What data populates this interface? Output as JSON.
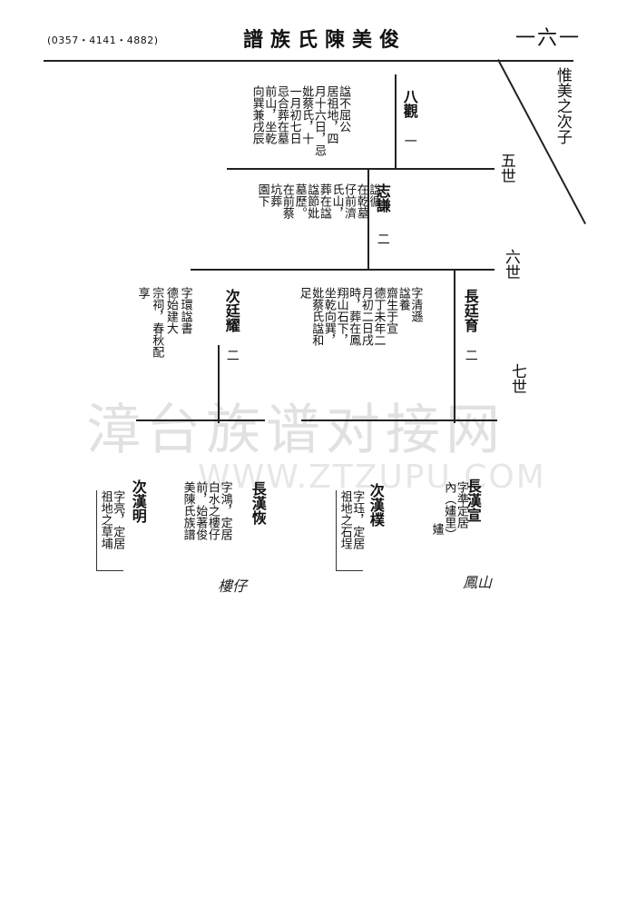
{
  "header": {
    "phone": "(0357・4141・4882)",
    "title": "譜族氏陳美俊",
    "page": "一六一"
  },
  "lineage_note": "惟美之次子",
  "generations": {
    "g5": "五世",
    "g6": "六世",
    "g7": "七世"
  },
  "g5_person": {
    "name": "八觀",
    "rank": "一",
    "bio": [
      "諡不屈公",
      "居祖地，四",
      "月十六日，忌",
      "妣蔡氏，十",
      "一月初七日",
      "忌合葬在墓",
      "前山，坐乾",
      "向巽兼戌辰"
    ]
  },
  "g6_person": {
    "name": "志謙",
    "rank": "二",
    "bio": [
      "諡循",
      "在乾墓",
      "仔前濟",
      "氏山，",
      "葬在諡",
      "諡節妣",
      "墓歷。",
      "在前蔡",
      "坑葬",
      "園下"
    ]
  },
  "g7_elder": {
    "prefix": "長",
    "name": "廷育",
    "rank": "二",
    "bio": [
      "字清遜",
      "諡養",
      "齋生于宣",
      "德丁未年二",
      "月初二日戌",
      "時，葬在鳳",
      "翔山石下，",
      "坐乾向巽，",
      "妣蔡氏諡和",
      "足"
    ]
  },
  "g7_younger": {
    "prefix": "次",
    "name": "廷耀",
    "rank": "二",
    "bio": [
      "字環諡書",
      "德始建大",
      "宗祠，春秋配",
      "享"
    ]
  },
  "g8": [
    {
      "prefix": "長",
      "name": "漢宣",
      "bio": [
        "字準定居",
        "內（嫿里）",
        "嫿"
      ]
    },
    {
      "prefix": "次",
      "name": "漢樸",
      "bio": [
        "字珏，定居",
        "祖地之石埕"
      ]
    },
    {
      "prefix": "長",
      "name": "漢恢",
      "bio": [
        "字鴻，定居",
        "白水之樓仔",
        "前，始著俊",
        "美陳氏族譜"
      ]
    },
    {
      "prefix": "次",
      "name": "漢明",
      "bio": [
        "字亮，定居",
        "祖地之草埔"
      ]
    }
  ],
  "handwritten": {
    "note1": "鳳山",
    "note2": "樓仔"
  },
  "watermark": {
    "cn": "漳台族谱对接网",
    "url": "WWW.ZTZUPU.COM"
  }
}
